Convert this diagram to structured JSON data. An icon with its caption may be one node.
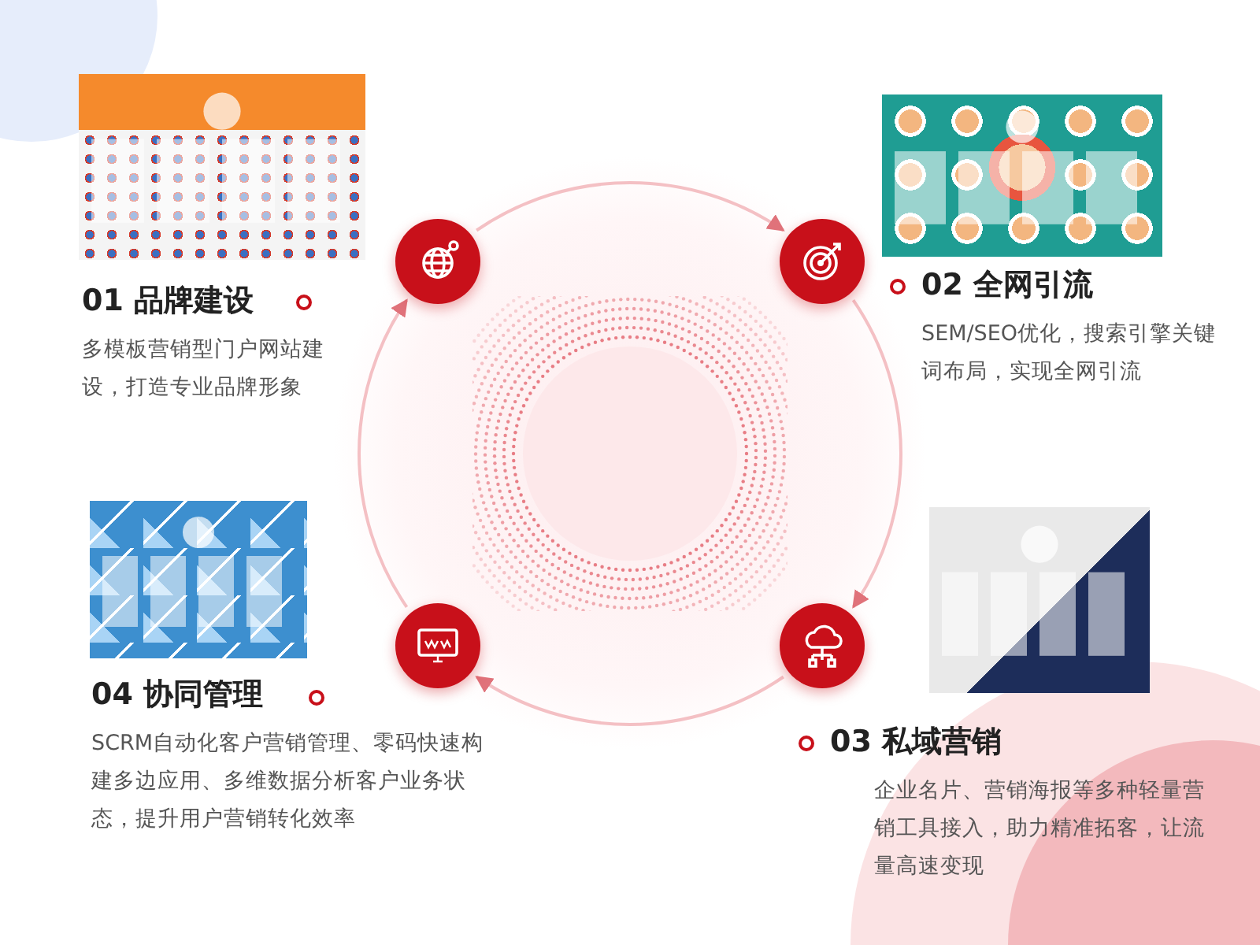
{
  "diagram": {
    "nodes": [
      {
        "text": [],
        "shape": "picture"
      },
      {
        "text": [],
        "shape": "circle"
      },
      {
        "text": [
          "01 品牌建设",
          "多模板营销型门户网站建设，打造专业品牌形象"
        ]
      },
      {
        "text": [],
        "shape": "picture"
      },
      {
        "text": [],
        "shape": "circle"
      },
      {
        "text": [
          "02 全网引流",
          "SEM/SEO优化，搜索引擎关键词布局，实现全网引流"
        ]
      },
      {
        "text": [],
        "shape": "picture"
      },
      {
        "text": [],
        "shape": "circle"
      },
      {
        "text": [
          "03 私域营销",
          "企业名片、营销海报等多种轻量营销工具接入，助力精准拓客，让流量高速变现"
        ]
      },
      {
        "text": [],
        "shape": "picture"
      },
      {
        "text": [],
        "shape": "circle"
      },
      {
        "text": [
          "04 协同管理",
          "SCRM自动化客户营销管理、零码快速构建多边应用、多维数据分析客户业务状态，提升用户营销转化效率"
        ]
      }
    ],
    "edges": [
      {
        "from": 1,
        "to": 4,
        "arrow": "to"
      },
      {
        "from": 4,
        "to": 7,
        "arrow": "to"
      },
      {
        "from": 7,
        "to": 10,
        "arrow": "to"
      },
      {
        "from": 10,
        "to": 1,
        "arrow": "to"
      }
    ]
  }
}
